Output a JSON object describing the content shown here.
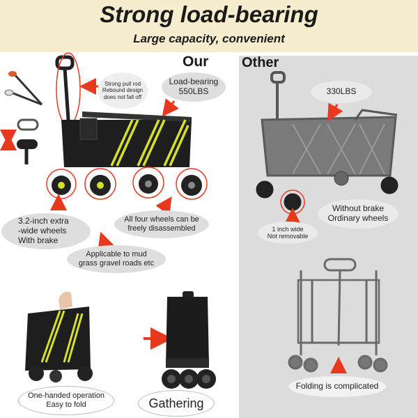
{
  "header": {
    "title": "Strong load-bearing",
    "subtitle": "Large capacity, convenient"
  },
  "columns": {
    "ours": "Our",
    "other": "Other"
  },
  "ours_callouts": {
    "pull_rod": [
      "Strong pull rod",
      "Rebound design",
      "does not fall off"
    ],
    "load": [
      "Load-bearing",
      "550LBS"
    ],
    "wheels": [
      "3.2-inch extra",
      "-wide wheels",
      "With brake"
    ],
    "detach": [
      "All four wheels can be",
      "freely disassembled"
    ],
    "terrain": [
      "Applicable to mud",
      "grass  gravel roads  etc"
    ],
    "fold": [
      "One-handed operation",
      "Easy to fold"
    ],
    "gathering": "Gathering"
  },
  "other_callouts": {
    "load": "330LBS",
    "wheels": [
      "Without brake",
      "Ordinary wheels"
    ],
    "width": [
      "1 inch wide",
      "Not removable"
    ],
    "fold": "Folding is complicated"
  },
  "colors": {
    "header_bg": "#f6edcf",
    "other_panel_bg": "#dcdcdc",
    "arrow_red": "#e8391f",
    "stripe_yellow": "#d6e02a",
    "wagon_black": "#1e1e1e",
    "other_gray": "#6f6f6f"
  }
}
